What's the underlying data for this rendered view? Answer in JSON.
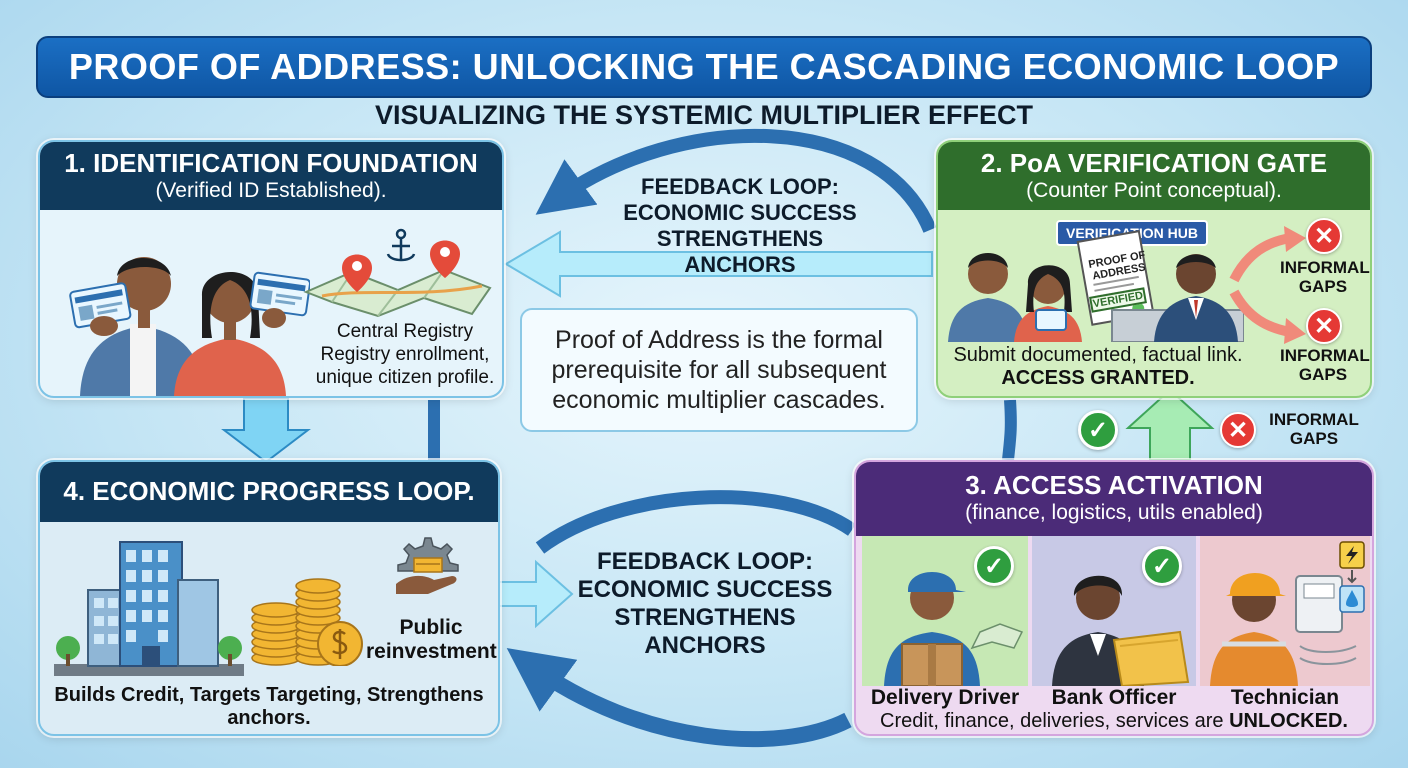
{
  "title": "PROOF OF ADDRESS: UNLOCKING THE CASCADING ECONOMIC LOOP",
  "subtitle": "VISUALIZING THE SYSTEMIC MULTIPLIER EFFECT",
  "center_text": "Proof of Address is the formal prerequisite for all subsequent economic multiplier cascades.",
  "feedback_top": "FEEDBACK LOOP: ECONOMIC SUCCESS STRENGTHENS ANCHORS",
  "feedback_bottom": "FEEDBACK LOOP: ECONOMIC SUCCESS STRENGTHENS ANCHORS",
  "panels": {
    "identification": {
      "title": "1. IDENTIFICATION FOUNDATION",
      "subtitle": "(Verified ID Established).",
      "caption": "Central Registry Registry enrollment, unique citizen profile."
    },
    "verification": {
      "title": "2. PoA VERIFICATION GATE",
      "subtitle": "(Counter Point conceptual).",
      "hub_label": "VERIFICATION HUB",
      "doc_title": "PROOF OF ADDRESS",
      "doc_stamp": "VERIFIED",
      "caption_prefix": "Submit documented, factual link.",
      "caption_emphasis": "ACCESS GRANTED."
    },
    "access": {
      "title": "3. ACCESS ACTIVATION",
      "subtitle": "(finance, logistics, utils enabled)",
      "roles": [
        "Delivery Driver",
        "Bank Officer",
        "Technician"
      ],
      "caption_prefix": "Credit, finance, deliveries, services are",
      "caption_emphasis": "UNLOCKED."
    },
    "progress": {
      "title": "4. ECONOMIC PROGRESS LOOP.",
      "reinvest_label": "Public reinvestment",
      "caption": "Builds Credit, Targets Targeting, Strengthens anchors."
    }
  },
  "gaps": [
    "INFORMAL GAPS",
    "INFORMAL GAPS",
    "INFORMAL GAPS"
  ],
  "colors": {
    "title_bar": "#1b6fc4",
    "panel1_head": "#103a5c",
    "panel2_head": "#2f6e2c",
    "panel3_head": "#4b2b78",
    "panel4_head": "#103a5c",
    "loop_arrow": "#2c6fb0",
    "gap_badge": "#e53935",
    "check_badge": "#2f9e3f"
  }
}
